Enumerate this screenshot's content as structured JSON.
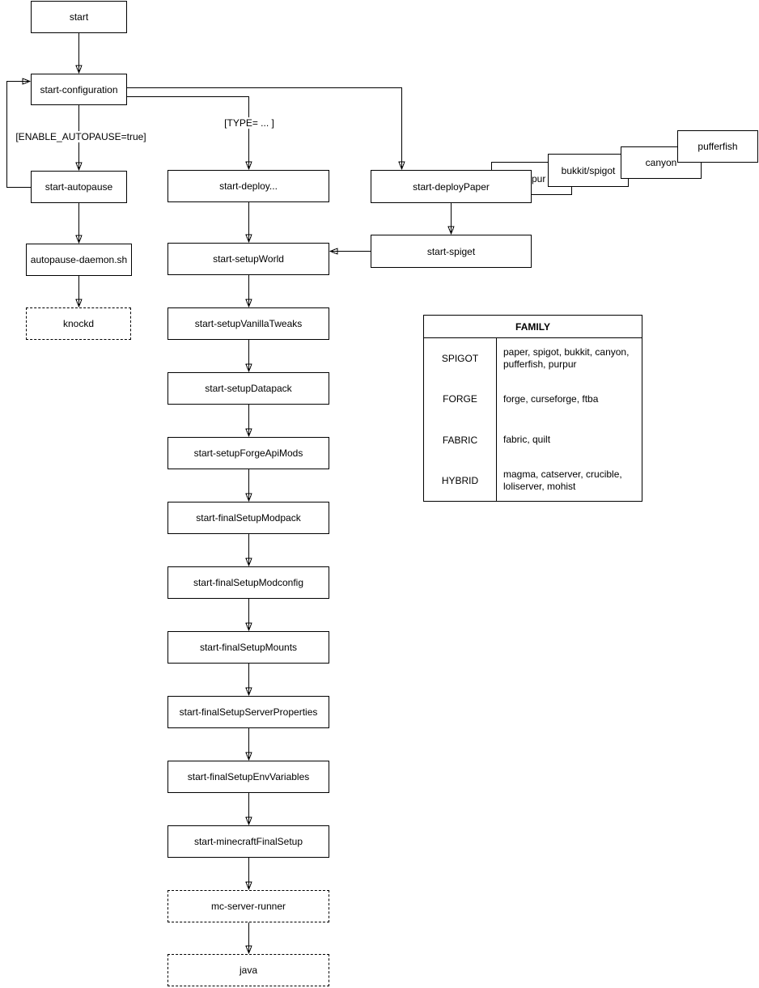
{
  "nodes": {
    "start": "start",
    "start_configuration": "start-configuration",
    "start_autopause": "start-autopause",
    "autopause_daemon": "autopause-daemon.sh",
    "knockd": "knockd",
    "start_deploy": "start-deploy...",
    "start_deploy_paper": "start-deployPaper",
    "purpur": "purpur",
    "bukkit_spigot": "bukkit/spigot",
    "canyon": "canyon",
    "pufferfish": "pufferfish",
    "start_spiget": "start-spiget",
    "start_setup_world": "start-setupWorld",
    "start_setup_vanilla_tweaks": "start-setupVanillaTweaks",
    "start_setup_datapack": "start-setupDatapack",
    "start_setup_forge_api_mods": "start-setupForgeApiMods",
    "start_final_setup_modpack": "start-finalSetupModpack",
    "start_final_setup_modconfig": "start-finalSetupModconfig",
    "start_final_setup_mounts": "start-finalSetupMounts",
    "start_final_setup_server_properties": "start-finalSetupServerProperties",
    "start_final_setup_env_variables": "start-finalSetupEnvVariables",
    "start_minecraft_final_setup": "start-minecraftFinalSetup",
    "mc_server_runner": "mc-server-runner",
    "java": "java"
  },
  "edge_labels": {
    "enable_autopause": "[ENABLE_AUTOPAUSE=true]",
    "type": "[TYPE= ... ]"
  },
  "family_table": {
    "title": "FAMILY",
    "rows": [
      {
        "family": "SPIGOT",
        "members": "paper, spigot, bukkit, canyon, pufferfish, purpur"
      },
      {
        "family": "FORGE",
        "members": "forge, curseforge, ftba"
      },
      {
        "family": "FABRIC",
        "members": "fabric, quilt"
      },
      {
        "family": "HYBRID",
        "members": "magma, catserver, crucible, loliserver, mohist"
      }
    ]
  },
  "colors": {
    "stroke": "#000000",
    "node_fill": "#ffffff",
    "background": "#ffffff",
    "text": "#000000"
  }
}
